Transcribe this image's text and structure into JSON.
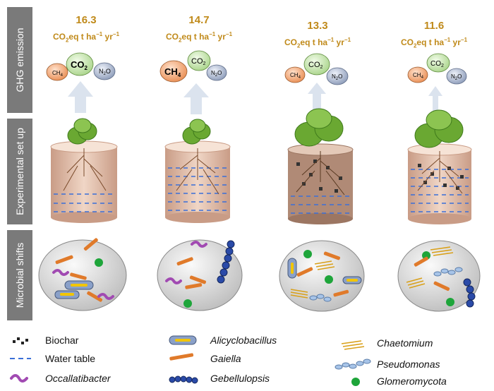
{
  "side_labels": {
    "ghg": "GHG emission",
    "setup": "Experimental set up",
    "microbial": "Microbial shifts"
  },
  "columns": [
    {
      "value": "16.3",
      "unit_pre": "CO",
      "unit_sub": "2",
      "unit_mid": "eq t ha",
      "unit_sup1": "−1",
      "unit_mid2": " yr",
      "unit_sup2": "−1"
    },
    {
      "value": "14.7",
      "unit_pre": "CO",
      "unit_sub": "2",
      "unit_mid": "eq t ha",
      "unit_sup1": "−1",
      "unit_mid2": " yr",
      "unit_sup2": "−1"
    },
    {
      "value": "13.3",
      "unit_pre": "CO",
      "unit_sub": "2",
      "unit_mid": "eq t ha",
      "unit_sup1": "−1",
      "unit_mid2": " yr",
      "unit_sup2": "−1"
    },
    {
      "value": "11.6",
      "unit_pre": "CO",
      "unit_sub": "2",
      "unit_mid": "eq t ha",
      "unit_sup1": "−1",
      "unit_mid2": " yr",
      "unit_sup2": "−1"
    }
  ],
  "gas_labels": {
    "co2": "CO",
    "ch4": "CH",
    "n2o": "N",
    "n2o_tail": "O",
    "sub2": "2",
    "sub4": "4"
  },
  "legend": {
    "biochar": "Biochar",
    "water_table": "Water table",
    "occallatibacter": "Occallatibacter",
    "alicyclobacillus": "Alicyclobacillus",
    "gaiella": "Gaiella",
    "gebellulopsis": "Gebellulopsis",
    "chaetomium": "Chaetomium",
    "pseudomonas": "Pseudomonas",
    "glomeromycota": "Glomeromycota"
  },
  "colors": {
    "accent": "#c08a1a",
    "side_bar": "#7a7a7a",
    "water": "#3a6fd8",
    "co2": "#cfe8b8",
    "ch4": "#f2a36e",
    "n2o": "#aab8d2"
  }
}
